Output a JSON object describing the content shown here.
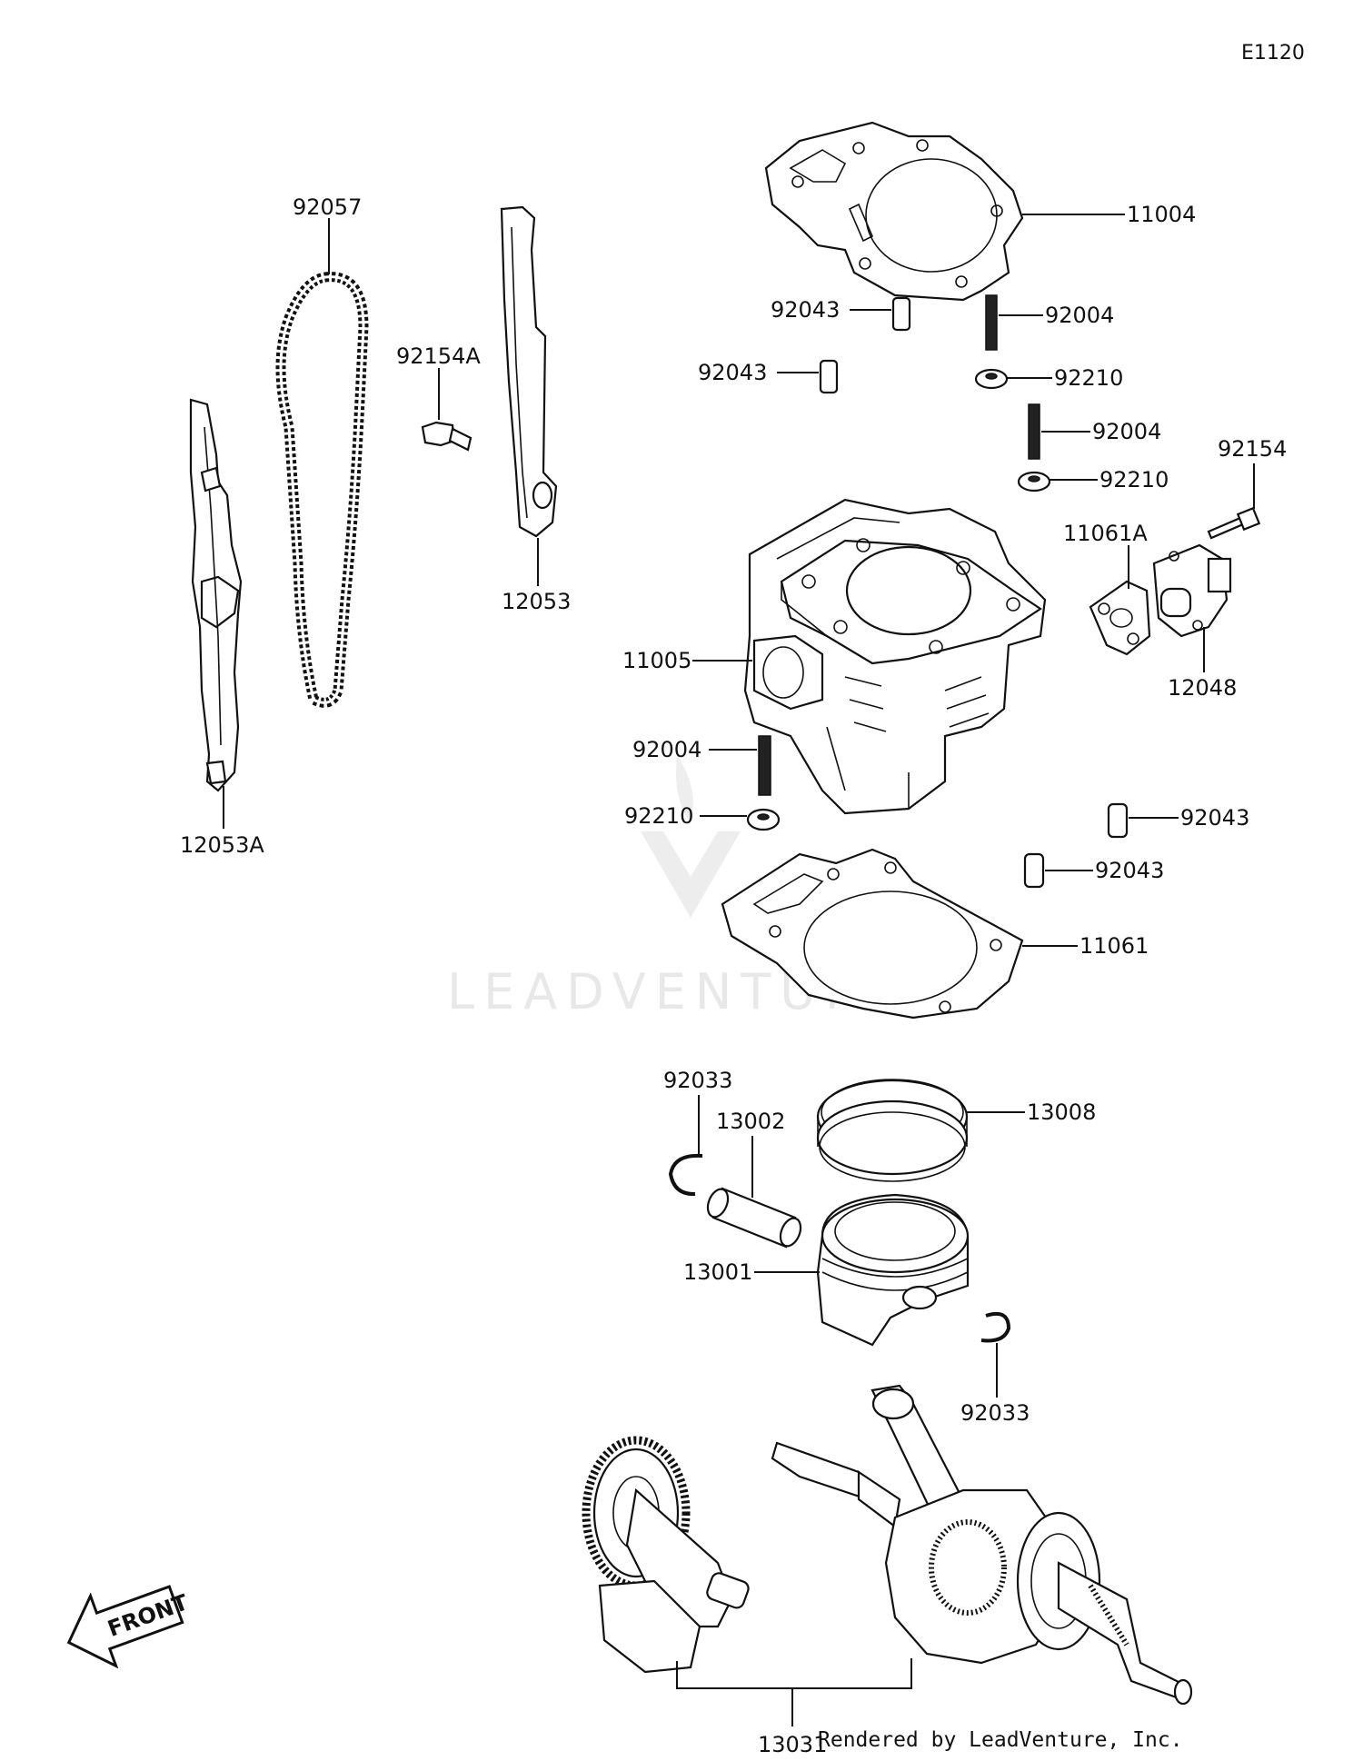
{
  "diagram_code": "E1120",
  "watermark": "LEADVENTURE",
  "footer": "Rendered by LeadVenture, Inc.",
  "front_arrow": "FRONT",
  "parts": [
    {
      "id": "p11004",
      "number": "11004"
    },
    {
      "id": "p92043a",
      "number": "92043"
    },
    {
      "id": "p92004a",
      "number": "92004"
    },
    {
      "id": "p92043b",
      "number": "92043"
    },
    {
      "id": "p92210a",
      "number": "92210"
    },
    {
      "id": "p92004b",
      "number": "92004"
    },
    {
      "id": "p92210b",
      "number": "92210"
    },
    {
      "id": "p92154",
      "number": "92154"
    },
    {
      "id": "p11061A",
      "number": "11061A"
    },
    {
      "id": "p12048",
      "number": "12048"
    },
    {
      "id": "p11005",
      "number": "11005"
    },
    {
      "id": "p92004c",
      "number": "92004"
    },
    {
      "id": "p92210c",
      "number": "92210"
    },
    {
      "id": "p92043c",
      "number": "92043"
    },
    {
      "id": "p92043d",
      "number": "92043"
    },
    {
      "id": "p11061",
      "number": "11061"
    },
    {
      "id": "p92057",
      "number": "92057"
    },
    {
      "id": "p92154A",
      "number": "92154A"
    },
    {
      "id": "p12053",
      "number": "12053"
    },
    {
      "id": "p12053A",
      "number": "12053A"
    },
    {
      "id": "p92033a",
      "number": "92033"
    },
    {
      "id": "p13002",
      "number": "13002"
    },
    {
      "id": "p13008",
      "number": "13008"
    },
    {
      "id": "p13001",
      "number": "13001"
    },
    {
      "id": "p92033b",
      "number": "92033"
    },
    {
      "id": "p13031",
      "number": "13031"
    }
  ]
}
